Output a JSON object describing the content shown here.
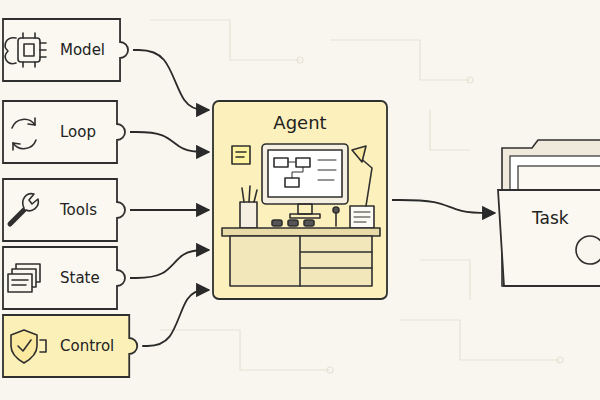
{
  "diagram": {
    "nodes": [
      {
        "text": [
          "Model"
        ]
      },
      {
        "text": [
          "Loop"
        ]
      },
      {
        "text": [
          "Tools"
        ]
      },
      {
        "text": [
          "State"
        ]
      },
      {
        "text": [
          "Control"
        ]
      },
      {
        "text": [
          "Agent"
        ]
      },
      {
        "text": [
          "Task"
        ]
      }
    ],
    "edges": [
      {
        "from": 0,
        "to": 5,
        "arrow": "to"
      },
      {
        "from": 1,
        "to": 5,
        "arrow": "to"
      },
      {
        "from": 2,
        "to": 5,
        "arrow": "to"
      },
      {
        "from": 3,
        "to": 5,
        "arrow": "to"
      },
      {
        "from": 4,
        "to": 5,
        "arrow": "to"
      },
      {
        "from": 5,
        "to": 6,
        "arrow": "to"
      }
    ]
  }
}
